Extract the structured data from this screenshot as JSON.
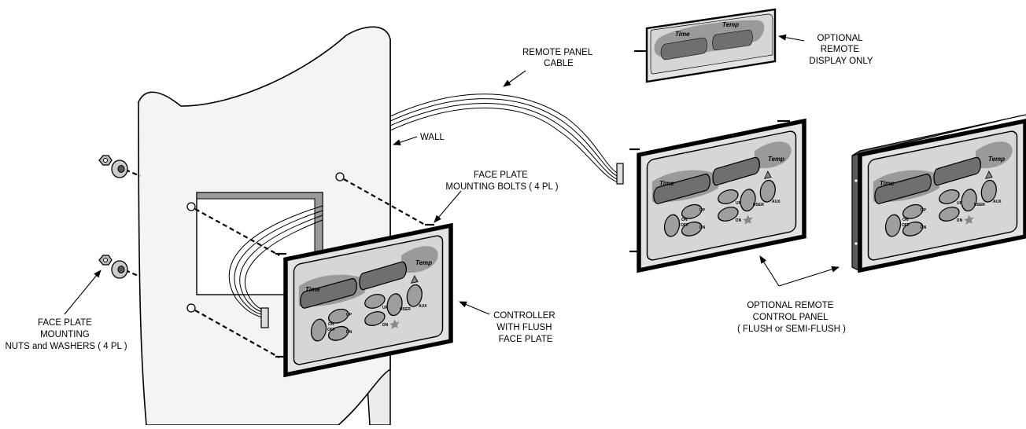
{
  "labels": {
    "remote_cable": [
      "REMOTE PANEL",
      "CABLE"
    ],
    "optional_display": [
      "OPTIONAL",
      "REMOTE",
      "DISPLAY ONLY"
    ],
    "wall": "WALL",
    "mounting_bolts": [
      "FACE PLATE",
      "MOUNTING BOLTS ( 4 PL )"
    ],
    "nuts_washers": [
      "FACE PLATE",
      "MOUNTING",
      "NUTS and WASHERS ( 4 PL )"
    ],
    "controller": [
      "CONTROLLER",
      "WITH FLUSH",
      "FACE PLATE"
    ],
    "remote_control": [
      "OPTIONAL REMOTE",
      "CONTROL PANEL",
      "( FLUSH or SEMI-FLUSH )"
    ]
  },
  "keypad": {
    "time_label": "Time",
    "temp_label": "Temp",
    "buttons": {
      "on_off_top": "ON",
      "on_off_bottom": "OFF",
      "up": "UP",
      "dn": "DN",
      "user": "USER",
      "aux": "AUX"
    }
  },
  "colors": {
    "line": "#000000",
    "panel_fill": "#e3e3e3",
    "face_fill": "#d6d6d6",
    "display_fill": "#6f6f6f",
    "oval_fill": "#9a9a9a",
    "button_fill": "#9e9e9e",
    "bezel_side": "#5a5a5a"
  }
}
